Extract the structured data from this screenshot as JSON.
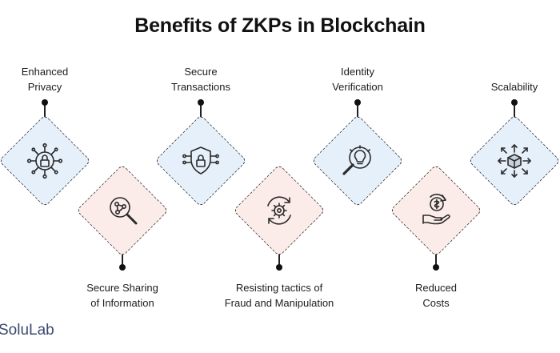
{
  "title": "Benefits of ZKPs in Blockchain",
  "benefits": [
    {
      "line1": "Enhanced",
      "line2": "Privacy",
      "icon": "lock-network-icon",
      "color": "blue"
    },
    {
      "line1": "Secure Sharing",
      "line2": "of Information",
      "icon": "magnifier-network-icon",
      "color": "pink"
    },
    {
      "line1": "Secure",
      "line2": "Transactions",
      "icon": "shield-lock-icon",
      "color": "blue"
    },
    {
      "line1": "Resisting tactics of",
      "line2": "Fraud and Manipulation",
      "icon": "gear-cycle-icon",
      "color": "pink"
    },
    {
      "line1": "Identity",
      "line2": "Verification",
      "icon": "magnifier-bulb-icon",
      "color": "blue"
    },
    {
      "line1": "Reduced",
      "line2": "Costs",
      "icon": "hand-coin-icon",
      "color": "pink"
    },
    {
      "line1": "Scalability",
      "line2": "",
      "icon": "cube-arrows-icon",
      "color": "blue"
    }
  ],
  "brand": "SoluLab"
}
